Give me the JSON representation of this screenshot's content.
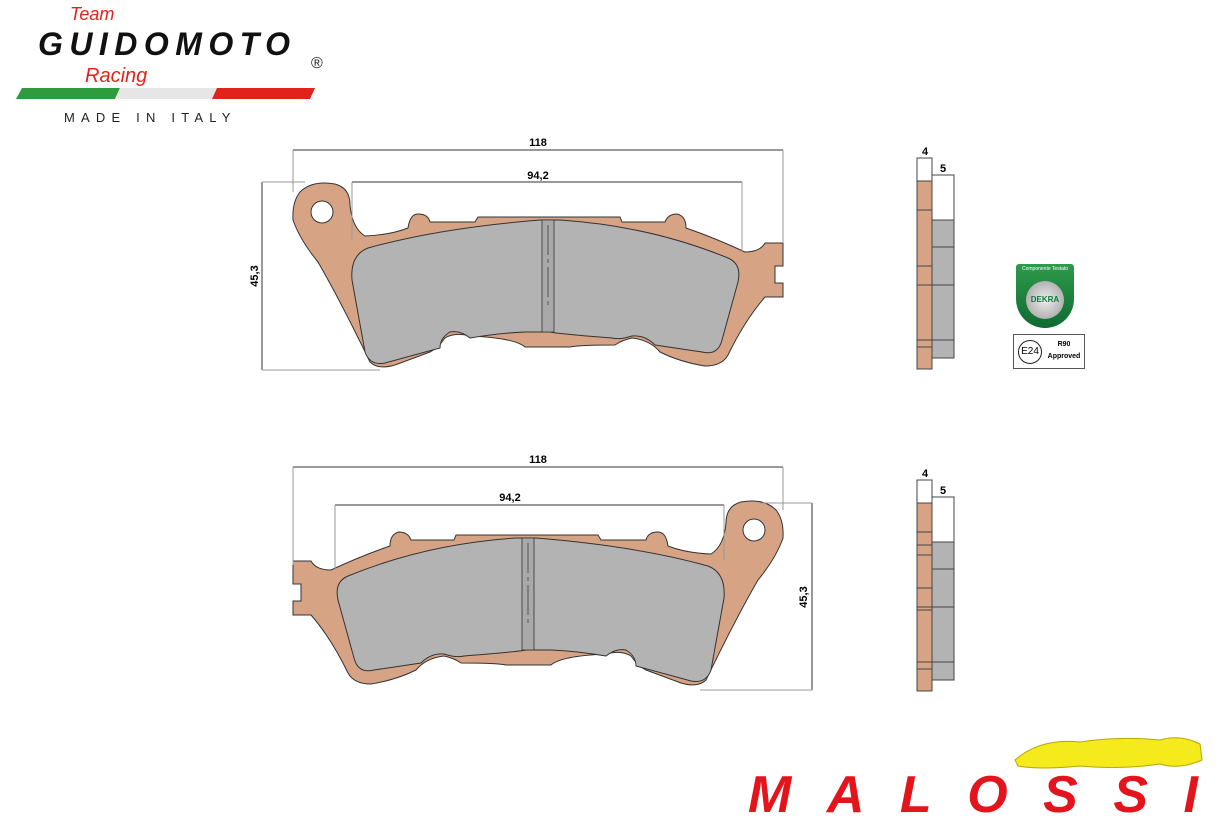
{
  "brand_top": {
    "team": "Team",
    "name": "GUIDOMOTO",
    "sub": "Racing",
    "registered": "®",
    "tagline": "MADE IN ITALY",
    "flag_colors": [
      "#2e9b3c",
      "#e6e6e6",
      "#e2231a"
    ]
  },
  "pad_front": {
    "overall_width": "118",
    "friction_width": "94,2",
    "height": "45,3",
    "plate_thickness": "4",
    "friction_thickness": "5"
  },
  "pad_rear": {
    "overall_width": "118",
    "friction_width": "94,2",
    "height": "45,3",
    "plate_thickness": "4",
    "friction_thickness": "5"
  },
  "certification": {
    "dekra_caption": "Componente Testato",
    "dekra_label": "DEKRA",
    "e_mark": "E24",
    "r90_line1": "R90",
    "r90_line2": "Approved"
  },
  "brand_bottom": {
    "name": "MALOSSI"
  },
  "colors": {
    "plate": "#d6a485",
    "friction": "#b3b3b3",
    "red": "#e3141b",
    "yellow": "#f4ea1c"
  }
}
